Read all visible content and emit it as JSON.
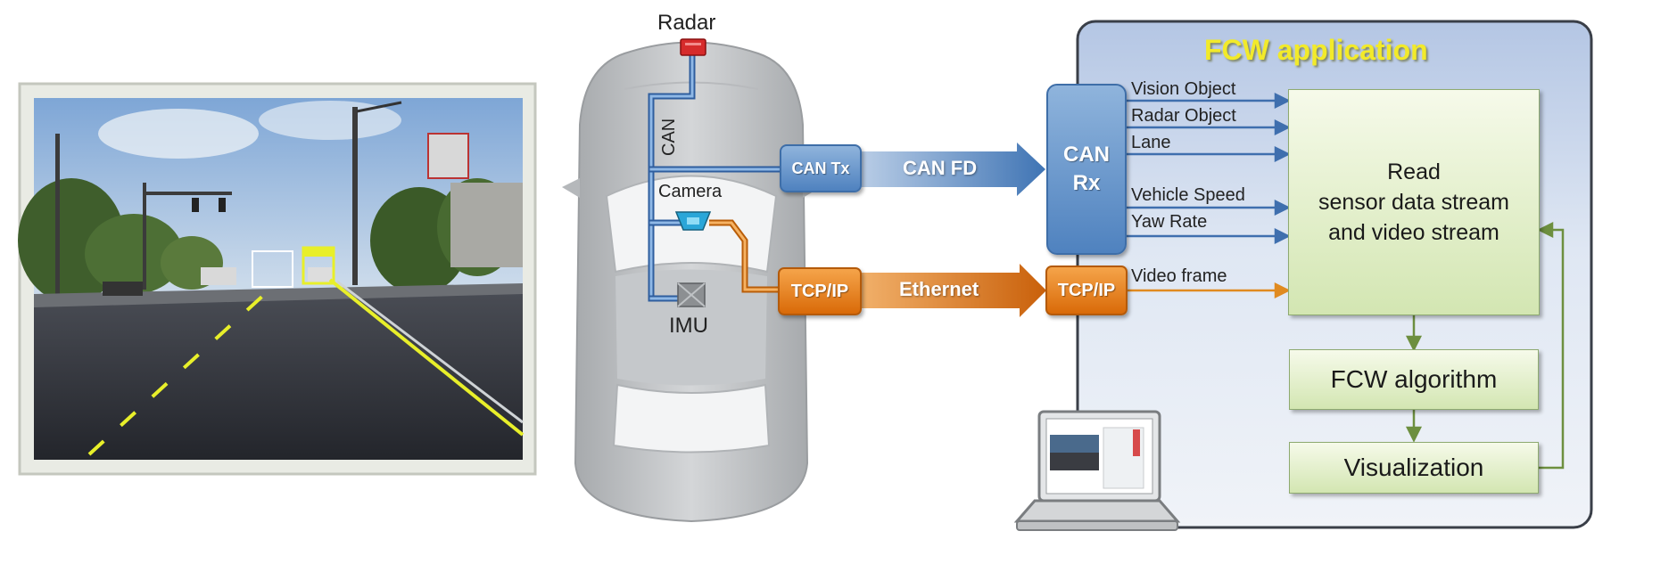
{
  "labels": {
    "radar": "Radar",
    "can": "CAN",
    "camera": "Camera",
    "imu": "IMU",
    "can_tx": "CAN Tx",
    "can_fd": "CAN FD",
    "ethernet": "Ethernet",
    "tcpip_left": "TCP/IP",
    "tcpip_right": "TCP/IP",
    "can_rx_line1": "CAN",
    "can_rx_line2": "Rx"
  },
  "app": {
    "title": "FCW application",
    "signals": [
      "Vision Object",
      "Radar Object",
      "Lane",
      "Vehicle Speed",
      "Yaw Rate",
      "Video frame"
    ],
    "read_box": [
      "Read",
      "sensor data stream",
      "and video stream"
    ],
    "algorithm": "FCW algorithm",
    "visualization": "Visualization"
  },
  "colors": {
    "can_blue": "#4f82bf",
    "ethernet_orange": "#e07a10",
    "app_title_yellow": "#f2ea2a",
    "algorithm_green": "#d3e6b2"
  },
  "icons": [
    "radar-sensor-icon",
    "camera-sensor-icon",
    "imu-sensor-icon",
    "laptop-icon",
    "car-topview-icon"
  ]
}
